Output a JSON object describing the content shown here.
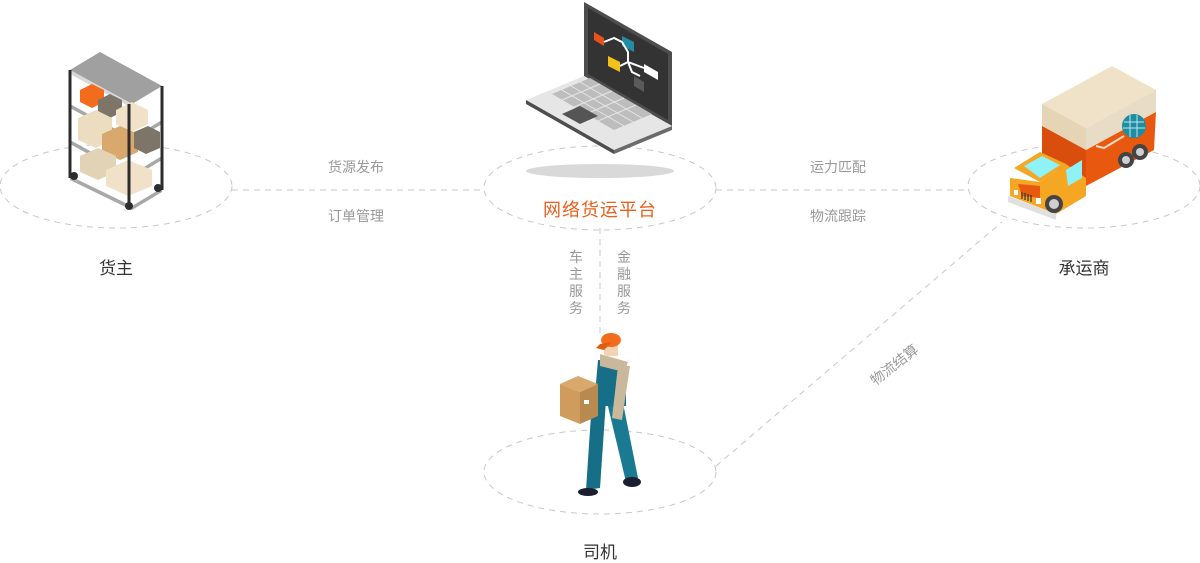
{
  "nodes": {
    "shipper": {
      "label": "货主",
      "icon": "shelf-icon"
    },
    "platform": {
      "label": "网络货运平台",
      "icon": "laptop-icon"
    },
    "carrier": {
      "label": "承运商",
      "icon": "truck-icon"
    },
    "driver": {
      "label": "司机",
      "icon": "worker-icon"
    }
  },
  "links": {
    "shipper_platform": {
      "top": "货源发布",
      "bottom": "订单管理"
    },
    "platform_carrier": {
      "top": "运力匹配",
      "bottom": "物流跟踪"
    },
    "platform_driver": {
      "left": "车主服务",
      "right": "金融服务"
    },
    "driver_carrier": {
      "label": "物流结算"
    }
  },
  "colors": {
    "accent": "#e8601c",
    "label": "#333333",
    "sublabel": "#999999",
    "dashed": "#c8c8c8"
  }
}
